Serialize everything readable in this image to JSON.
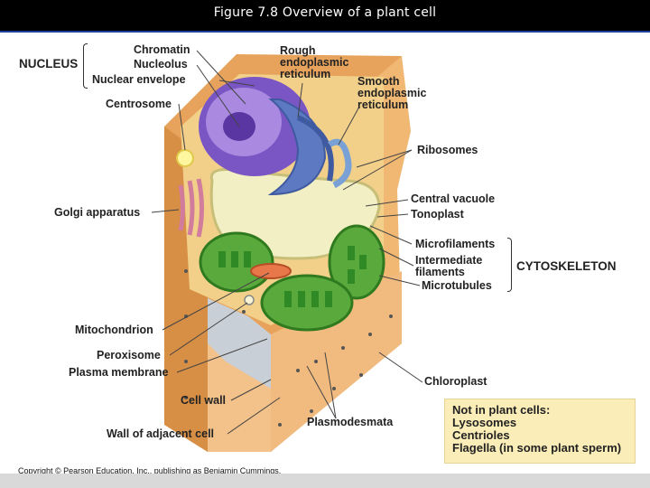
{
  "slide": {
    "title": "Figure 7.8  Overview of a plant cell",
    "copyright": "Copyright © Pearson Education, Inc., publishing as Benjamin Cummings."
  },
  "labels": {
    "nucleus": "NUCLEUS",
    "chromatin": "Chromatin",
    "nucleolus": "Nucleolus",
    "nuclear_envelope": "Nuclear envelope",
    "centrosome": "Centrosome",
    "rough_er_1": "Rough",
    "rough_er_2": "endoplasmic",
    "rough_er_3": "reticulum",
    "smooth_er_1": "Smooth",
    "smooth_er_2": "endoplasmic",
    "smooth_er_3": "reticulum",
    "ribosomes": "Ribosomes",
    "golgi": "Golgi apparatus",
    "central_vacuole": "Central vacuole",
    "tonoplast": "Tonoplast",
    "microfilaments": "Microfilaments",
    "intermediate_1": "Intermediate",
    "intermediate_2": "filaments",
    "microtubules": "Microtubules",
    "cytoskeleton": "CYTOSKELETON",
    "mitochondrion": "Mitochondrion",
    "peroxisome": "Peroxisome",
    "plasma_membrane": "Plasma membrane",
    "cell_wall": "Cell wall",
    "wall_adjacent": "Wall of adjacent cell",
    "plasmodesmata": "Plasmodesmata",
    "chloroplast": "Chloroplast"
  },
  "note": {
    "heading": "Not in plant cells:",
    "items": [
      "Lysosomes",
      "Centrioles",
      "Flagella (in some plant sperm)"
    ]
  },
  "colors": {
    "cell_wall": "#e7a35c",
    "cytoplasm": "#f2d08a",
    "nucleus": "#6c4bb5",
    "vacuole": "#f1edbe",
    "chloroplast": "#57a83a",
    "golgi": "#d98aa6",
    "note_bg": "#fbedb8"
  }
}
